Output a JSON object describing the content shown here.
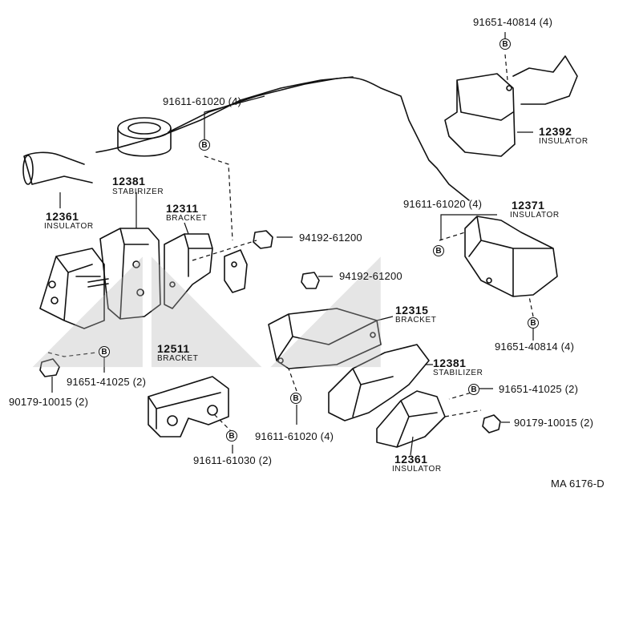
{
  "diagram": {
    "code": "MA 6176-D",
    "badge_letter": "B",
    "parts": [
      {
        "id": "p_92392_bolt",
        "text": "91651-40814 (4)"
      },
      {
        "id": "p_12392_num",
        "text": "12392"
      },
      {
        "id": "p_12392_sub",
        "text": "INSULATOR"
      },
      {
        "id": "p_bolt_top",
        "text": "91611-61020 (4)"
      },
      {
        "id": "p_12381a_num",
        "text": "12381"
      },
      {
        "id": "p_12381a_sub",
        "text": "STABIRIZER"
      },
      {
        "id": "p_12311_num",
        "text": "12311"
      },
      {
        "id": "p_12311_sub",
        "text": "BRACKET"
      },
      {
        "id": "p_12361a_num",
        "text": "12361"
      },
      {
        "id": "p_12361a_sub",
        "text": "INSULATOR"
      },
      {
        "id": "p_94192a",
        "text": "94192-61200"
      },
      {
        "id": "p_94192b",
        "text": "94192-61200"
      },
      {
        "id": "p_bolt_right",
        "text": "91611-61020 (4)"
      },
      {
        "id": "p_12371_num",
        "text": "12371"
      },
      {
        "id": "p_12371_sub",
        "text": "INSULATOR"
      },
      {
        "id": "p_12315_num",
        "text": "12315"
      },
      {
        "id": "p_12315_sub",
        "text": "BRACKET"
      },
      {
        "id": "p_bolt_40814b",
        "text": "91651-40814 (4)"
      },
      {
        "id": "p_12511_num",
        "text": "12511"
      },
      {
        "id": "p_12511_sub",
        "text": "BRACKET"
      },
      {
        "id": "p_41025a",
        "text": "91651-41025 (2)"
      },
      {
        "id": "p_10015a",
        "text": "90179-10015 (2)"
      },
      {
        "id": "p_12381b_num",
        "text": "12381"
      },
      {
        "id": "p_12381b_sub",
        "text": "STABILIZER"
      },
      {
        "id": "p_41025b",
        "text": "91651-41025 (2)"
      },
      {
        "id": "p_10015b",
        "text": "90179-10015 (2)"
      },
      {
        "id": "p_bolt_mid",
        "text": "91611-61020 (4)"
      },
      {
        "id": "p_61030",
        "text": "91611-61030 (2)"
      },
      {
        "id": "p_12361b_num",
        "text": "12361"
      },
      {
        "id": "p_12361b_sub",
        "text": "INSULATOR"
      }
    ]
  }
}
